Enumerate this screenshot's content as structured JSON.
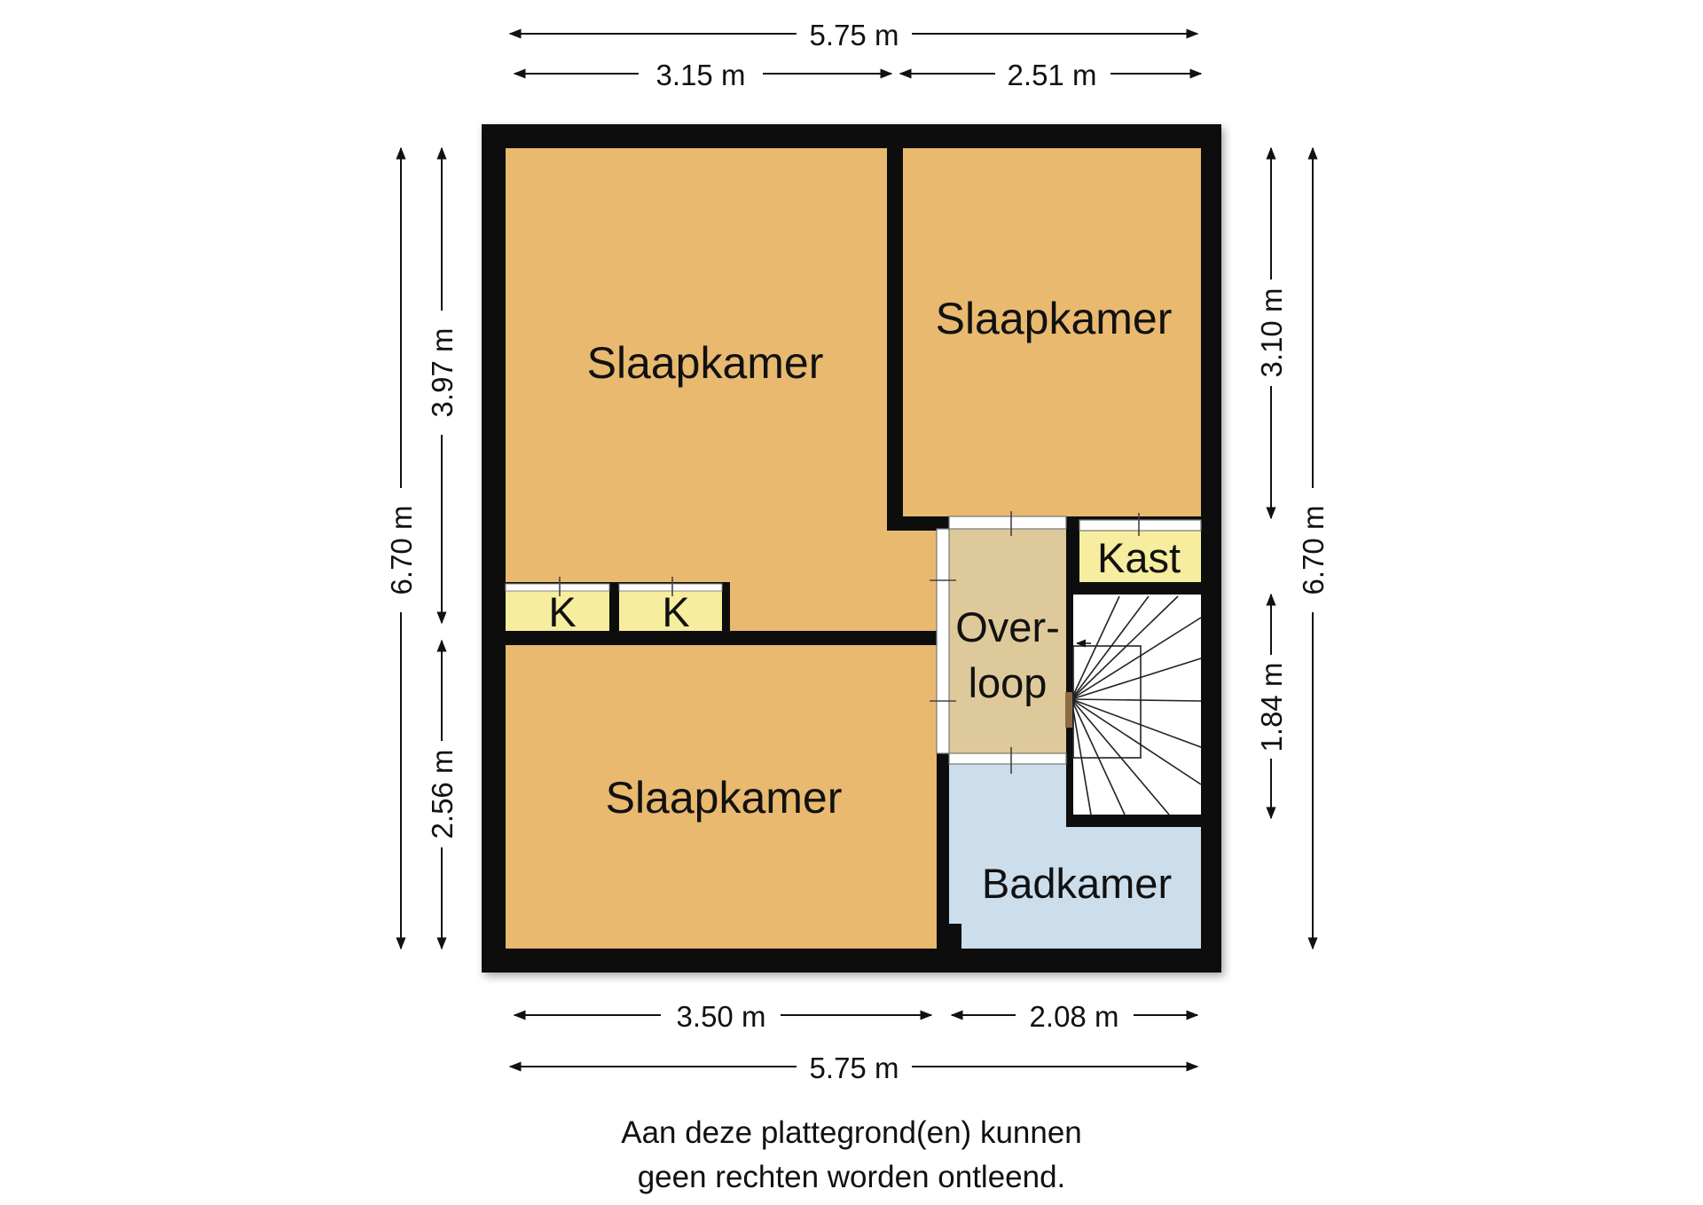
{
  "colors": {
    "wall": "#111111",
    "bedroom": "#E8B96F",
    "landing": "#DEC99A",
    "closet": "#F6ED9E",
    "bathroom": "#CCDDEB",
    "stairs": "#ffffff"
  },
  "rooms": {
    "slaapkamer_1": "Slaapkamer",
    "slaapkamer_2": "Slaapkamer",
    "slaapkamer_3": "Slaapkamer",
    "overloop_line1": "Over-",
    "overloop_line2": "loop",
    "kast": "Kast",
    "k1": "K",
    "k2": "K",
    "badkamer": "Badkamer"
  },
  "dimensions": {
    "top_total": "5.75 m",
    "top_left": "3.15 m",
    "top_right": "2.51 m",
    "bottom_left": "3.50 m",
    "bottom_right": "2.08 m",
    "bottom_total": "5.75 m",
    "left_total": "6.70 m",
    "left_upper": "3.97 m",
    "left_lower": "2.56 m",
    "right_upper": "3.10 m",
    "right_lower": "1.84 m",
    "right_total": "6.70 m"
  },
  "disclaimer": {
    "line1": "Aan deze plattegrond(en) kunnen",
    "line2": "geen rechten worden ontleend."
  }
}
